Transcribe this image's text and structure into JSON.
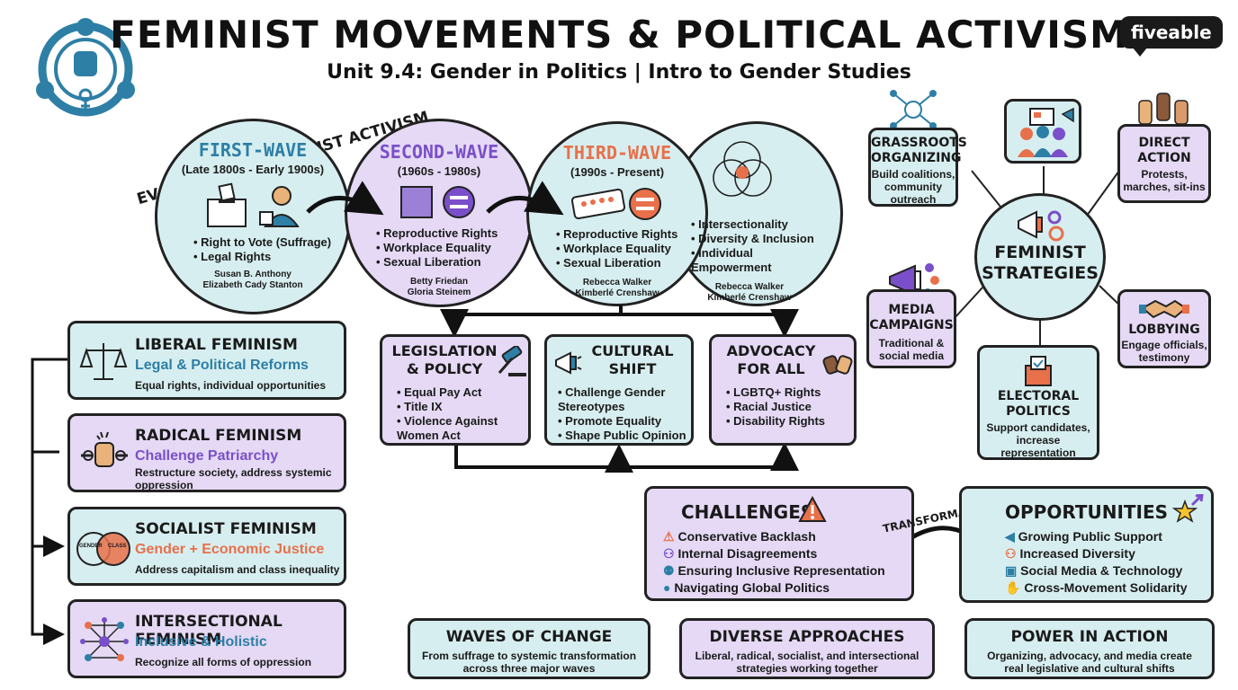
{
  "header": {
    "title": "FEMINIST MOVEMENTS & POLITICAL ACTIVISM",
    "subtitle": "Unit 9.4: Gender in Politics | Intro to Gender Studies",
    "brand": "fiveable"
  },
  "evolution": {
    "heading": "EVOLUTION OF FEMINIST ACTIVISM",
    "waves": [
      {
        "title": "FIRST-WAVE",
        "period": "(Late 1800s - Early 1900s)",
        "points": [
          "Right to Vote (Suffrage)",
          "Legal Rights"
        ],
        "names": [
          "Susan B. Anthony",
          "Elizabeth Cady Stanton"
        ],
        "color": "#2d7fa6"
      },
      {
        "title": "SECOND-WAVE",
        "period": "(1960s - 1980s)",
        "points": [
          "Reproductive Rights",
          "Workplace Equality",
          "Sexual Liberation"
        ],
        "names": [
          "Betty Friedan",
          "Gloria Steinem"
        ],
        "color": "#7a4fc9"
      },
      {
        "title": "THIRD-WAVE",
        "period": "(1990s - Present)",
        "points": [
          "Reproductive Rights",
          "Workplace Equality",
          "Sexual Liberation"
        ],
        "names": [
          "Rebecca Walker",
          "Kimberlé Crenshaw"
        ],
        "color": "#e8704a"
      },
      {
        "title": "",
        "period": "",
        "points": [
          "Intersectionality",
          "Diversity & Inclusion",
          "Individual Empowerment"
        ],
        "names": [
          "Rebecca Walker",
          "Kimberlé Crenshaw"
        ],
        "color": "#222222"
      }
    ]
  },
  "feminisms": [
    {
      "title": "LIBERAL FEMINISM",
      "sub": "Legal & Political Reforms",
      "desc": "Equal rights, individual opportunities",
      "subColor": "#2d7fa6",
      "icon": "scales-icon"
    },
    {
      "title": "RADICAL FEMINISM",
      "sub": "Challenge Patriarchy",
      "desc": "Restructure society, address systemic oppression",
      "subColor": "#7a4fc9",
      "icon": "broken-chain-fist-icon"
    },
    {
      "title": "SOCIALIST FEMINISM",
      "sub": "Gender + Economic Justice",
      "desc": "Address capitalism and class inequality",
      "subColor": "#e8704a",
      "icon": "venn-icon",
      "venn": [
        "GENDER",
        "CLASS"
      ]
    },
    {
      "title": "INTERSECTIONAL FEMINISM",
      "sub": "Inclusive & Holistic",
      "desc": "Recognize all forms of oppression",
      "subColor": "#2d7fa6",
      "icon": "network-icon"
    }
  ],
  "outcomes": [
    {
      "title": "LEGISLATION & POLICY",
      "points": [
        "Equal Pay Act",
        "Title IX",
        "Violence Against Women Act"
      ]
    },
    {
      "title": "CULTURAL SHIFT",
      "points": [
        "Challenge Gender Stereotypes",
        "Promote Equality",
        "Shape Public Opinion"
      ]
    },
    {
      "title": "ADVOCACY FOR ALL",
      "points": [
        "LGBTQ+ Rights",
        "Racial Justice",
        "Disability Rights"
      ]
    }
  ],
  "strategies": {
    "center": "FEMINIST STRATEGIES",
    "items": [
      {
        "title": "GRASSROOTS ORGANIZING",
        "desc": "Build coalitions, community outreach"
      },
      {
        "title": "DIRECT ACTION",
        "desc": "Protests, marches, sit-ins"
      },
      {
        "title": "MEDIA CAMPAIGNS",
        "desc": "Traditional & social media"
      },
      {
        "title": "LOBBYING",
        "desc": "Engage officials, testimony"
      },
      {
        "title": "ELECTORAL POLITICS",
        "desc": "Support candidates, increase representation"
      }
    ]
  },
  "challenges": {
    "title": "CHALLENGES",
    "items": [
      "Conservative Backlash",
      "Internal Disagreements",
      "Ensuring Inclusive Representation",
      "Navigating Global Politics"
    ]
  },
  "transformation": "TRANSFORMATION",
  "opportunities": {
    "title": "OPPORTUNITIES",
    "items": [
      "Growing Public Support",
      "Increased Diversity",
      "Social Media & Technology",
      "Cross-Movement Solidarity"
    ]
  },
  "summary": [
    {
      "title": "WAVES OF CHANGE",
      "desc": "From suffrage to systemic transformation across three major waves"
    },
    {
      "title": "DIVERSE APPROACHES",
      "desc": "Liberal, radical, socialist, and intersectional strategies working together"
    },
    {
      "title": "POWER IN ACTION",
      "desc": "Organizing, advocacy, and media create real legislative and cultural shifts"
    }
  ],
  "colors": {
    "teal": "#d7eef0",
    "purple": "#e5d9f5",
    "blue": "#2d7fa6",
    "violet": "#7a4fc9",
    "coral": "#e8704a"
  }
}
